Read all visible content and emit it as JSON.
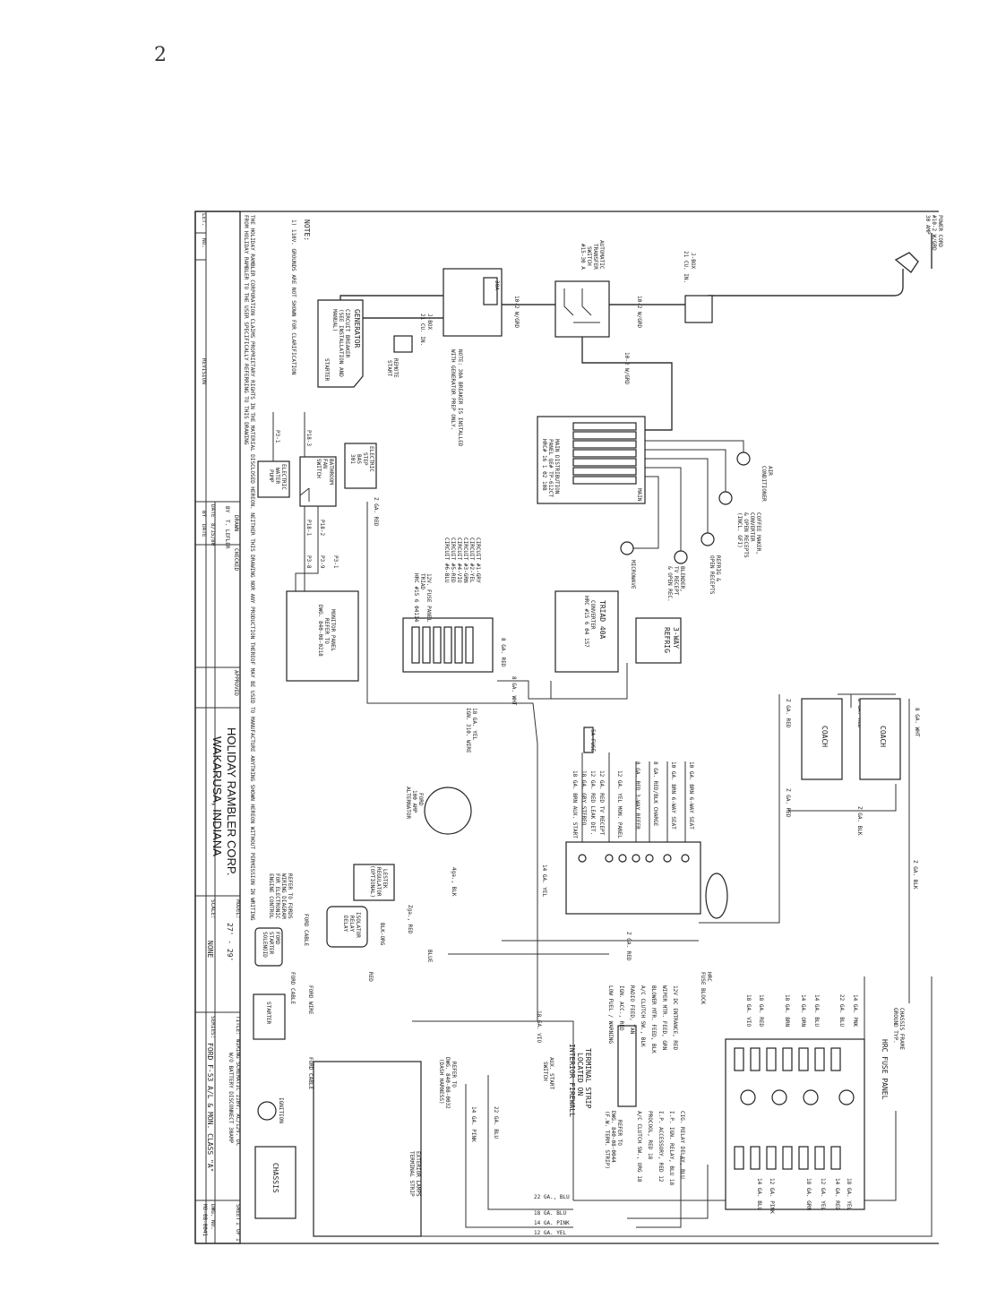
{
  "page_mark": "2",
  "title_block": {
    "proprietary_1": "THE HOLIDAY RAMBLER CORPORATION CLAIMS PROPRIETARY RIGHTS IN THE MATERIAL DISCLOSED HEREON. NEITHER THIS DRAWING NOR ANY PRODUCTION THEREOF MAY BE USED TO MANUFACTURE ANYTHING SHOWN HEREON WITHOUT PERMISSION IN WRITING",
    "proprietary_2": "FROM HOLIDAY RAMBLER TO THE USER SPECIFICALLY REFERRING TO THIS DRAWING",
    "let": "LET.",
    "no": "NO.",
    "revision": "REVISION",
    "by": "BY",
    "date": "DATE",
    "drawn_label": "DRAWN",
    "drawn_by_label": "BY",
    "drawn_by": "T. LEFLER",
    "date_label": "DATE",
    "date_value": "8/15/80",
    "checked": "CHECKED",
    "approved": "APPROVED",
    "company": "HOLIDAY RAMBLER CORP.",
    "location": "WAKARUSA, INDIANA",
    "model_label": "MODEL:",
    "model": "27' - 29'",
    "scale_label": "SCALE:",
    "scale": "NONE",
    "title_label": "TITLE:",
    "title_1": "WIRING SCHEMATIC 110V. AC/12V. DC",
    "title_2": "W/O BATTERY DISCONNECT 30AMP",
    "series_label": "SERIES:",
    "series": "FORD F-53 A/L & MON. CLASS \"A\"",
    "sheet_label": "SHEET",
    "sheet": "1",
    "of_label": "OF",
    "sheets": "1",
    "dwg_label": "DWG. NO.",
    "dwg_no": "MO-08-0041"
  },
  "notes": {
    "heading": "NOTE:",
    "note_1": "1) 110V. GROUNDS ARE NOT SHOWN FOR CLARIFICATION",
    "breaker_note_1": "NOTE: 30A BREAKER IS INSTALLED",
    "breaker_note_2": "WITH GENERATOR PREP ONLY."
  },
  "components": {
    "power_cord": [
      "POWER CORD",
      "#10-2 W/GRD",
      "30 AMP"
    ],
    "jbox_1": [
      "J-BOX",
      "21 CU. IN."
    ],
    "jbox_2": [
      "J-BOX",
      "21 CU. IN."
    ],
    "breaker_30a": "30A",
    "transfer_switch": [
      "AUTOMATIC",
      "TRANSFER",
      "SWITCH",
      "#15-30 A"
    ],
    "generator": [
      "GENERATOR",
      "CIRCUIT BREAKER",
      "(SEE INSTALLATION AND",
      "MANUAL)"
    ],
    "starter_tag": "STARTER",
    "remote_start": [
      "REMOTE",
      "START"
    ],
    "main_panel": [
      "MAIN DISTRIBUTION",
      "PANEL QE# TP-612CT",
      "HRC# 16 1 02 108"
    ],
    "main_label": "MAIN",
    "air_conditioner": [
      "AIR",
      "CONDITIONER"
    ],
    "coffee_maker": [
      "COFFEE MAKER,",
      "CONVERTER",
      "& OPEN RECEPTS",
      "(INCL. GFI)"
    ],
    "refrig": [
      "REFRIG &",
      "OPEN RECEPTS"
    ],
    "blender": [
      "BLENDER,",
      "TV RECEPT",
      "& OPEN REC."
    ],
    "microwave": "MICROWAVE",
    "converter": [
      "TRIAD 40A",
      "CONVERTER",
      "HRC #15 6 04 157"
    ],
    "fuse_panel_12v": [
      "12V. FUSE PANEL",
      "TRIAD",
      "HRC #15 6 04114"
    ],
    "circuits": [
      "CIRCUIT #1-GRY",
      "CIRCUIT #2-YEL",
      "CIRCUIT #3-GRN",
      "CIRCUIT #4-VIO",
      "CIRCUIT #5-RED",
      "CIRCUIT #6-BLU"
    ],
    "refrig_3way": [
      "3-WAY",
      "REFRIG"
    ],
    "coach_battery_1": "COACH",
    "coach_battery_2": "COACH",
    "electric_step": [
      "ELECTRIC",
      "STEP",
      "BAS",
      "301"
    ],
    "bath_fan": [
      "BATHROOM",
      "FAN",
      "SWITCH"
    ],
    "water_pump": [
      "ELECTRIC",
      "WATER",
      "PUMP"
    ],
    "plugs": [
      "P18-3",
      "P18-1",
      "P18-2",
      "P3-1",
      "P3-8",
      "P3-9",
      "P3-1"
    ],
    "monitor_panel": [
      "MONITOR PANEL",
      "REFER TO",
      "DWG. 840-08-0218"
    ],
    "alternator": [
      "FORD",
      "100 AMP",
      "ALTERNATOR"
    ],
    "regulator": [
      "LESTEK",
      "REGULATOR",
      "(OPTIONAL)"
    ],
    "isolator": [
      "ISOLATOR",
      "RELAY",
      "DELAY"
    ],
    "ford_note": [
      "REFER TO FORDS",
      "WIRING DIAGRAM",
      "FOR ELECTRONIC",
      "ENGINE CONTROL"
    ],
    "ford_solenoid": [
      "FORD",
      "STARTER",
      "SOLENOID"
    ],
    "starter": "STARTER",
    "ignition": "IGNITION",
    "chassis": "CHASSIS",
    "chassis_strip": [
      "EXTERIOR LAMPS",
      "TERMINAL STRIP"
    ],
    "dash_harness": [
      "REFER TO",
      "DWG. 840-08-0032",
      "(DASH HARNESS)"
    ],
    "aux_start": [
      "AUX. START",
      "SWITCH"
    ],
    "interior_strip": [
      "TERMINAL STRIP",
      "LOCATED ON",
      "INTERIOR FIREWALL"
    ],
    "interior_refer": [
      "REFER TO",
      "DWG. 840-08-0044",
      "(F.W. TERM. STRIP)"
    ],
    "hrc_fuse_panel": "HRC FUSE PANEL",
    "fuse_block": [
      "HRC",
      "FUSE BLOCK"
    ],
    "chassis_frame": [
      "CHASSIS FRAME",
      "GROUND TYP."
    ],
    "coach_strip_wires": [
      "10 GA. BRN 6-WAY SEAT",
      "10 GA. BRN 6-WAY SEAT",
      "8 GA. RED/BLK CHARGE",
      "8 GA. RED 3-WAY REFER",
      "12 GA. YEL MON. PANEL",
      "12 GA. RED TV RECEPT",
      "12 GA. RED LEAK DET.",
      "18 GA. GRY STEREO",
      "18 GA. BRN AUX. START"
    ],
    "fuse_tag": "5A FUSE",
    "interior_wires_left": [
      "12V DC ENTRANCE, RED",
      "WIPER MTR. FEED, GRN",
      "BLOWER MTR. FEED, BLK",
      "A/C CLUTCH SW., BLK",
      "RADIO FEED, TAN",
      "IGN. ACC., RED",
      "LOW FUEL / WARNING"
    ],
    "interior_wires_right": [
      "CIG. RELAY DELAY, BLU",
      "I.P. IGN. RELAY, BLU 18",
      "I.P. ACCESSORY, RED 12",
      "PROCOOL, RED 18",
      "A/C CLUTCH SW., ORG 18"
    ],
    "hrc_wires_top": [
      "14 GA. PNK",
      "22 GA. BLU",
      "14 GA. BLU",
      "14 GA. ORN",
      "18 GA. BRN",
      "18 GA. RED",
      "18 GA. VIO"
    ],
    "hrc_wires_bottom": [
      "18 GA. YEL",
      "14 GA. RED",
      "12 GA. YEL",
      "18 GA. GRN",
      "12 GA. PINK",
      "14 GA. BLU"
    ]
  },
  "wires": {
    "w10_2_a": "10-2 W/GRD",
    "w10_2_b": "10-2 W/GRD",
    "w10_2_c": "10-2 W/GRD",
    "z_red_1": "Z GA. RED",
    "z_red_2": "Z GA. RED",
    "z_red_3": "Z GA. RED",
    "z_red_4": "Z GA. RED",
    "z_red_5": "Z GA. RED",
    "z_red_6": "Zga., RED",
    "z_blk_1": "Z GA. BLK",
    "z_blk_2": "Z GA. BLK",
    "g8_wht_1": "8 GA. WHT",
    "g8_wht_2": "8 GA. WHT",
    "g8_red": "8 GA. RED",
    "yel_ign_1": "18 GA. YEL",
    "yel_ign_2": "IGN. 310. WIRE",
    "g14_yel": "14 GA. YEL",
    "g18_vio": "18 GA. VIO",
    "g22_blu_1": "22 GA. BLU",
    "g14_pnk_1": "14 GA. PINK",
    "blk_org": "BLK-ORG",
    "blue": "BLUE",
    "ford_cable_1": "FORD CABLE",
    "ford_cable_2": "FORD CABLE",
    "ford_cable_3": "FORD CABLE",
    "ford_wire": "FORD WIRE",
    "red": "RED",
    "blk": "4ga., BLK",
    "bottom": [
      "22 GA., BLU",
      "18 GA. BLU",
      "14 GA. PINK",
      "12 GA. YEL"
    ]
  }
}
